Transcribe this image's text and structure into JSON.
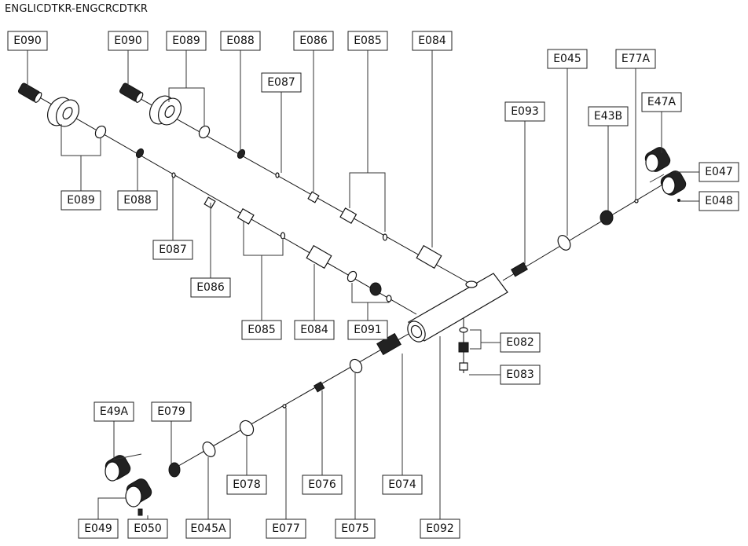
{
  "title": "ENGLICDTKR-ENGCRCDTKR",
  "labels": {
    "e090_a": "E090",
    "e090_b": "E090",
    "e089_top": "E089",
    "e088_top": "E088",
    "e087_top": "E087",
    "e086_top": "E086",
    "e085_top": "E085",
    "e084_top": "E084",
    "e089_low": "E089",
    "e088_low": "E088",
    "e087_low": "E087",
    "e086_low": "E086",
    "e085_low": "E085",
    "e084_low": "E084",
    "e091": "E091",
    "e093": "E093",
    "e045": "E045",
    "e77a": "E77A",
    "e43b": "E43B",
    "e47a": "E47A",
    "e047": "E047",
    "e048": "E048",
    "e082": "E082",
    "e083": "E083",
    "e092": "E092",
    "e49a": "E49A",
    "e079": "E079",
    "e078": "E078",
    "e076": "E076",
    "e074": "E074",
    "e049": "E049",
    "e050": "E050",
    "e045a": "E045A",
    "e077": "E077",
    "e075": "E075"
  }
}
